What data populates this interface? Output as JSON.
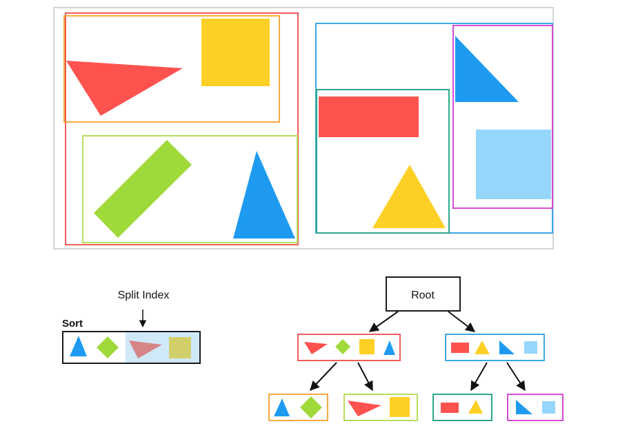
{
  "labels": {
    "split_index": "Split Index",
    "sort": "Sort",
    "root": "Root"
  },
  "colors": {
    "red": "#fe524f",
    "yellow": "#fed026",
    "green": "#9fd93a",
    "blue": "#1e9bf1",
    "light_blue": "#95d6fb",
    "pink": "#d68486",
    "olive": "#d2cf6a",
    "box_red": "#f05b58",
    "box_orange": "#f6a93f",
    "box_lime": "#b4dd5a",
    "box_blue": "#3ba7e6",
    "box_magenta": "#d54bd9",
    "box_teal": "#2aa88a",
    "highlight": "#cfe9f9",
    "frame_gray": "#d4d4d4",
    "outline": "#1a1a1a"
  },
  "tree": {
    "root": "Root",
    "level1": [
      {
        "shapes": [
          "red-triangle",
          "green-diamond",
          "yellow-square",
          "blue-triangle"
        ]
      },
      {
        "shapes": [
          "red-rectangle",
          "yellow-triangle",
          "blue-right-triangle",
          "light-blue-square"
        ]
      }
    ],
    "level2": [
      {
        "shapes": [
          "blue-triangle",
          "green-diamond"
        ]
      },
      {
        "shapes": [
          "red-triangle",
          "yellow-square"
        ]
      },
      {
        "shapes": [
          "red-rectangle",
          "yellow-triangle"
        ]
      },
      {
        "shapes": [
          "blue-right-triangle",
          "light-blue-square"
        ]
      }
    ]
  },
  "sort_row": {
    "shapes": [
      "blue-triangle",
      "green-diamond",
      "pink-triangle",
      "olive-square"
    ]
  }
}
